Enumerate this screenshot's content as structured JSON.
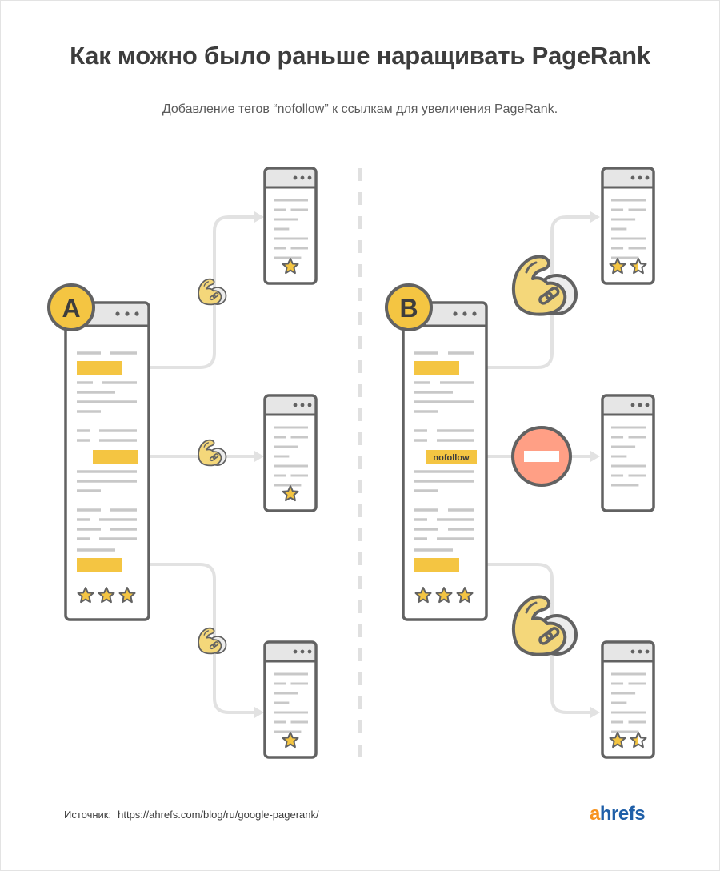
{
  "title": "Как можно было раньше наращивать PageRank",
  "subtitle": "Добавление тегов “nofollow” к ссылкам для увеличения PageRank.",
  "diagram": {
    "badges": {
      "left": "A",
      "right": "B"
    },
    "nofollow_label": "nofollow",
    "icons": [
      "browser-window-icon",
      "star-icon",
      "half-star-icon",
      "flexed-arm-link-icon",
      "blocked-minus-icon",
      "arrow-right-icon"
    ]
  },
  "footer": {
    "source_label": "Источник:",
    "source_url": "https://ahrefs.com/blog/ru/google-pagerank/",
    "logo_a": "a",
    "logo_rest": "hrefs"
  },
  "colors": {
    "outline": "#626262",
    "window_header": "#e6e6e6",
    "text_line": "#c8c8c8",
    "link_highlight": "#f4c542",
    "arrow": "#e2e2e2",
    "star": "#f4c542",
    "block_circle": "#ff9f85",
    "badge_fill": "#f4c542",
    "logo_blue": "#1f5fa8",
    "logo_orange": "#f7931e"
  }
}
